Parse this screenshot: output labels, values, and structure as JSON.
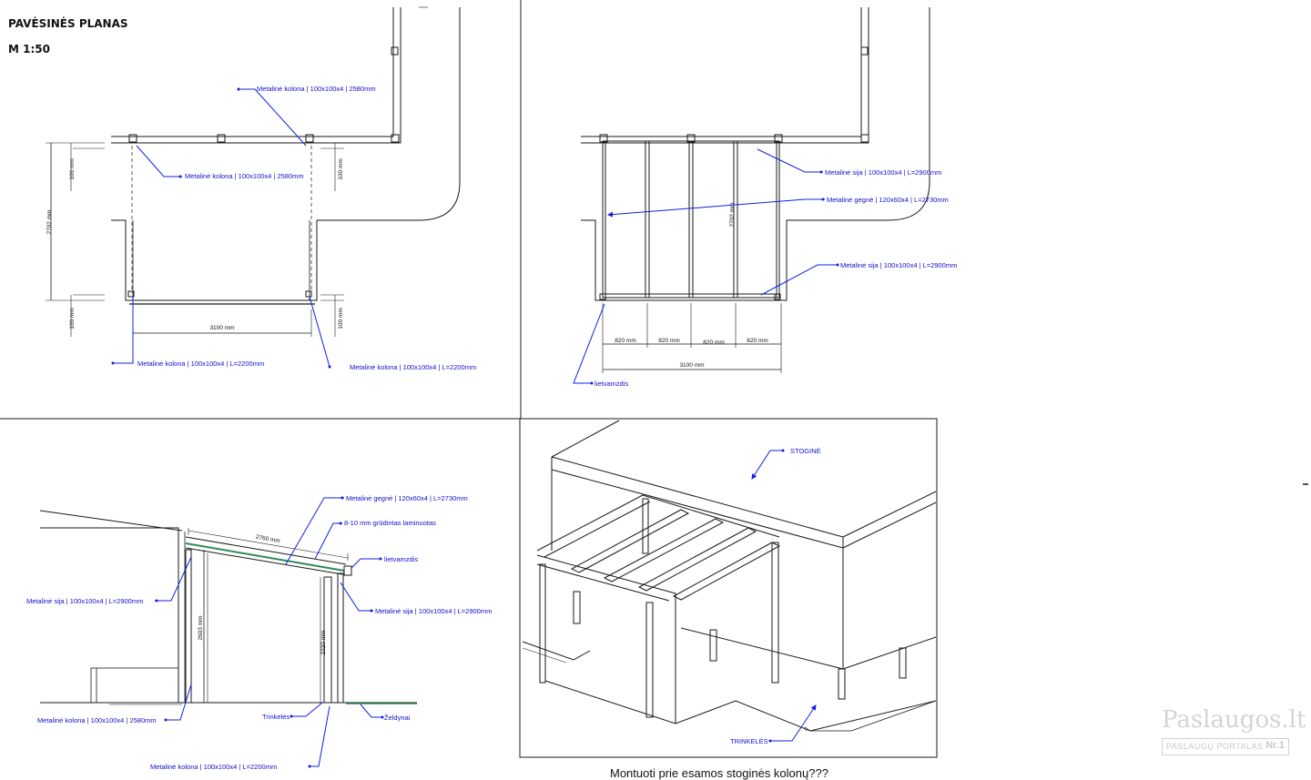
{
  "header": {
    "title": "PAVĖSINĖS PLANAS",
    "scale": "M 1:50"
  },
  "plan_top_left": {
    "annotations": {
      "kolona_top": "Metalinė kolona | 100x100x4 | 2580mm",
      "kolona_left_top": "Metalinė kolona | 100x100x4 | 2580mm",
      "kolona_bottom_left": "Metalinė kolona | 100x100x4 | L=2200mm",
      "kolona_bottom_right": "Metalinė kolona | 100x100x4 | L=2200mm"
    },
    "dimensions": {
      "depth": "2702 mm",
      "edge_top_left": "100 mm",
      "edge_top_right": "100 mm",
      "edge_bottom_left": "100 mm",
      "edge_bottom_right": "100 mm",
      "width": "3100 mm"
    }
  },
  "plan_top_right": {
    "annotations": {
      "sija_top": "Metalinė sija | 100x100x4 | L=2900mm",
      "gegne": "Metalinė gegnė | 120x60x4 | L=2730mm",
      "sija_bottom": "Metalinė sija | 100x100x4 | L=2900mm",
      "lietvamzdis": "lietvamzdis"
    },
    "dimensions": {
      "depth": "2702 mm",
      "span1": "820 mm",
      "span2": "820 mm",
      "span3": "820 mm",
      "span4": "820 mm",
      "width": "3100 mm"
    }
  },
  "section_bottom_left": {
    "annotations": {
      "gegne": "Metalinė gegnė | 120x60x4 | L=2730mm",
      "laminuotas": "8-10 mm grūdintas laminuotas",
      "lietvamzdis": "lietvamzdis",
      "sija_left": "Metalinė sija | 100x100x4 | L=2900mm",
      "sija_right": "Metalinė sija | 100x100x4 | L=2900mm",
      "kolona_left": "Metalinė kolona | 100x100x4 | 2580mm",
      "trinkeles": "Trinkelės",
      "zeldynai": "Želdynai",
      "kolona_bottom": "Metalinė kolona | 100x100x4 | L=2200mm"
    },
    "dimensions": {
      "roof_length": "2760 mm",
      "height_left": "2603 mm",
      "height_right": "2220 mm"
    }
  },
  "view_3d": {
    "annotations": {
      "stogine": "STOGINĖ",
      "trinkeles": "TRINKELĖS"
    }
  },
  "caption": "Montuoti prie esamos stoginės kolonų???",
  "watermark": {
    "brand": "Paslaugos.lt",
    "tagline": "PASLAUGŲ PORTALAS",
    "badge": "Nr.1"
  },
  "colors": {
    "annotation": "#1020e0",
    "lines": "#1a1a1a",
    "glass": "#2e8b57"
  }
}
